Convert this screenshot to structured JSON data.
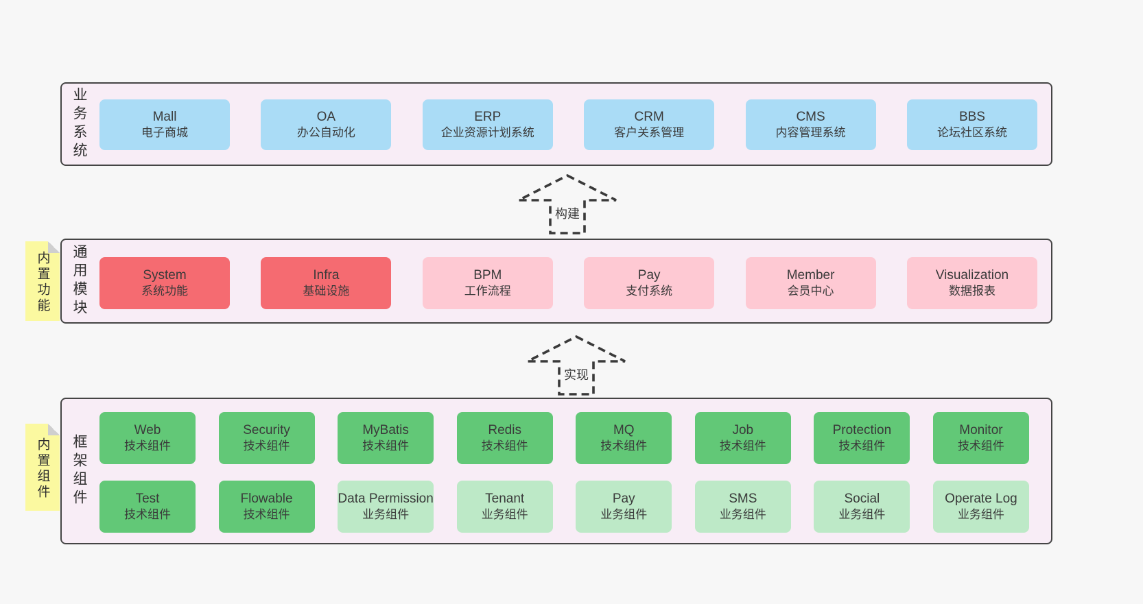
{
  "page": {
    "background": "#f7f7f7"
  },
  "colors": {
    "container_bg": "#f8edf6",
    "container_border": "#454545",
    "blue": "#aadcf6",
    "red": "#f56b71",
    "pink": "#fec9d3",
    "green": "#62c877",
    "light_green": "#bde9c7",
    "sticky_yellow": "#fbf9a0",
    "fold_gray": "#cfcfcf",
    "text": "#3a3a3a"
  },
  "arrows": {
    "build": {
      "label": "构建",
      "icon": "dashed-up-arrow-icon"
    },
    "implement": {
      "label": "实现",
      "icon": "dashed-up-arrow-icon"
    }
  },
  "sections": {
    "business": {
      "label": "业务系统",
      "items": [
        {
          "title": "Mall",
          "subtitle": "电子商城",
          "type": "blue"
        },
        {
          "title": "OA",
          "subtitle": "办公自动化",
          "type": "blue"
        },
        {
          "title": "ERP",
          "subtitle": "企业资源计划系统",
          "type": "blue"
        },
        {
          "title": "CRM",
          "subtitle": "客户关系管理",
          "type": "blue"
        },
        {
          "title": "CMS",
          "subtitle": "内容管理系统",
          "type": "blue"
        },
        {
          "title": "BBS",
          "subtitle": "论坛社区系统",
          "type": "blue"
        }
      ]
    },
    "modules": {
      "label": "通用模块",
      "sticky": "内置功能",
      "items": [
        {
          "title": "System",
          "subtitle": "系统功能",
          "type": "red"
        },
        {
          "title": "Infra",
          "subtitle": "基础设施",
          "type": "red"
        },
        {
          "title": "BPM",
          "subtitle": "工作流程",
          "type": "pink"
        },
        {
          "title": "Pay",
          "subtitle": "支付系统",
          "type": "pink"
        },
        {
          "title": "Member",
          "subtitle": "会员中心",
          "type": "pink"
        },
        {
          "title": "Visualization",
          "subtitle": "数据报表",
          "type": "pink"
        }
      ]
    },
    "framework": {
      "label": "框架组件",
      "sticky": "内置组件",
      "rows": [
        [
          {
            "title": "Web",
            "subtitle": "技术组件",
            "type": "green"
          },
          {
            "title": "Security",
            "subtitle": "技术组件",
            "type": "green"
          },
          {
            "title": "MyBatis",
            "subtitle": "技术组件",
            "type": "green"
          },
          {
            "title": "Redis",
            "subtitle": "技术组件",
            "type": "green"
          },
          {
            "title": "MQ",
            "subtitle": "技术组件",
            "type": "green"
          },
          {
            "title": "Job",
            "subtitle": "技术组件",
            "type": "green"
          },
          {
            "title": "Protection",
            "subtitle": "技术组件",
            "type": "green"
          },
          {
            "title": "Monitor",
            "subtitle": "技术组件",
            "type": "green"
          }
        ],
        [
          {
            "title": "Test",
            "subtitle": "技术组件",
            "type": "green"
          },
          {
            "title": "Flowable",
            "subtitle": "技术组件",
            "type": "green"
          },
          {
            "title": "Data Permission",
            "subtitle": "业务组件",
            "type": "light"
          },
          {
            "title": "Tenant",
            "subtitle": "业务组件",
            "type": "light"
          },
          {
            "title": "Pay",
            "subtitle": "业务组件",
            "type": "light"
          },
          {
            "title": "SMS",
            "subtitle": "业务组件",
            "type": "light"
          },
          {
            "title": "Social",
            "subtitle": "业务组件",
            "type": "light"
          },
          {
            "title": "Operate Log",
            "subtitle": "业务组件",
            "type": "light"
          }
        ]
      ]
    }
  }
}
